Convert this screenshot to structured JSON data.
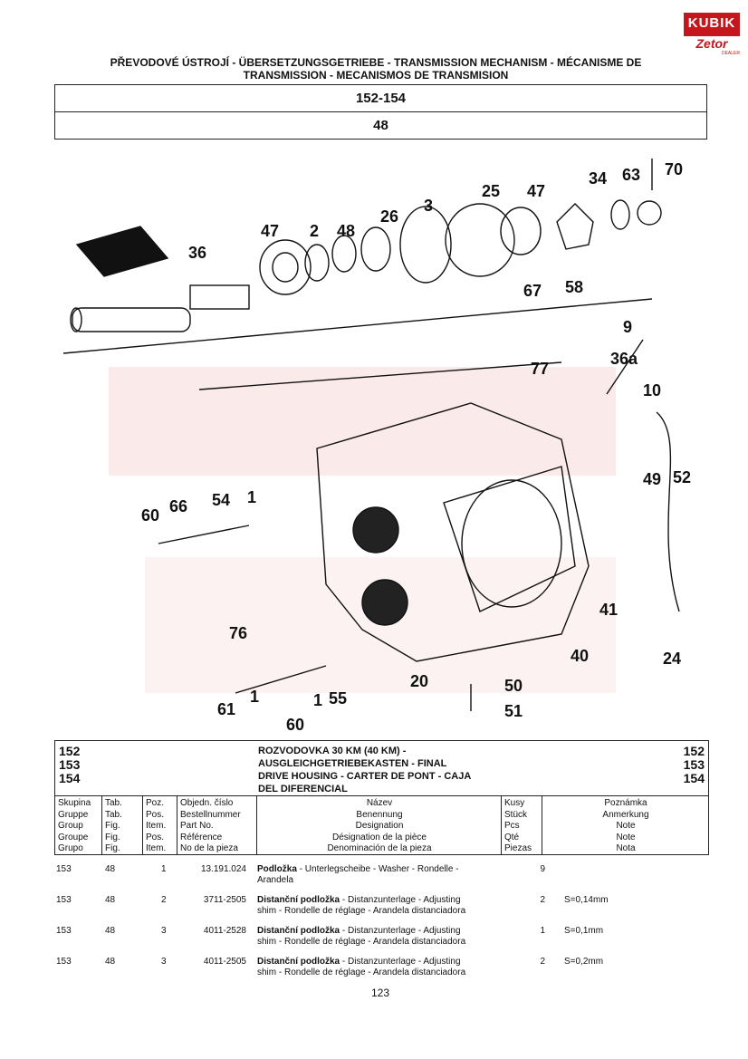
{
  "logo": {
    "top": "KUBIK",
    "bottom": "Zetor",
    "tag": "DEALER"
  },
  "header": {
    "title_line1": "PŘEVODOVÉ ÚSTROJÍ - ÜBERSETZUNGSGETRIEBE - TRANSMISSION MECHANISM - MÉCANISME DE",
    "title_line2": "TRANSMISSION - MECANISMOS DE TRANSMISION",
    "range": "152-154",
    "table_no": "48"
  },
  "callouts": {
    "c36": "36",
    "c47a": "47",
    "c2": "2",
    "c48": "48",
    "c26": "26",
    "c3": "3",
    "c25": "25",
    "c47b": "47",
    "c34": "34",
    "c63": "63",
    "c70": "70",
    "c67": "67",
    "c58": "58",
    "c9": "9",
    "c36a": "36a",
    "c77": "77",
    "c10": "10",
    "c49": "49",
    "c52": "52",
    "c60a": "60",
    "c66": "66",
    "c54": "54",
    "c1a": "1",
    "c76": "76",
    "c41": "41",
    "c40": "40",
    "c24": "24",
    "c20": "20",
    "c50": "50",
    "c51": "51",
    "c55": "55",
    "c61": "61",
    "c1b": "1",
    "c1c": "1",
    "c60b": "60"
  },
  "section": {
    "numbers": [
      "152",
      "153",
      "154"
    ],
    "title_lines": [
      "ROZVODOVKA 30 KM (40 KM) -",
      "AUSGLEICHGETRIEBEKASTEN - FINAL",
      "DRIVE HOUSING - CARTER DE PONT - CAJA",
      "DEL DIFERENCIAL"
    ]
  },
  "columns": {
    "group": [
      "Skupina",
      "Gruppe",
      "Group",
      "Groupe",
      "Grupo"
    ],
    "tab": [
      "Tab.",
      "Tab.",
      "Fig.",
      "Fig.",
      "Fig."
    ],
    "pos": [
      "Poz.",
      "Pos.",
      "Item.",
      "Pos.",
      "Item."
    ],
    "part": [
      "Objedn. číslo",
      "Bestellnummer",
      "Part No.",
      "Référence",
      "No de la pieza"
    ],
    "name": [
      "Název",
      "Benennung",
      "Designation",
      "Désignation de la pièce",
      "Denominación de la pieza"
    ],
    "qty": [
      "Kusy",
      "Stück",
      "Pcs",
      "Qté",
      "Piezas"
    ],
    "note": [
      "Poznámka",
      "Anmerkung",
      "Note",
      "Note",
      "Nota"
    ]
  },
  "rows": [
    {
      "group": "153",
      "tab": "48",
      "pos": "1",
      "part": "13.191.024",
      "name_bold": "Podložka",
      "name_rest": " - Unterlegscheibe - Washer - Rondelle -",
      "name_line2": "Arandela",
      "qty": "9",
      "note": ""
    },
    {
      "group": "153",
      "tab": "48",
      "pos": "2",
      "part": "3711-2505",
      "name_bold": "Distanční podložka",
      "name_rest": " - Distanzunterlage - Adjusting",
      "name_line2": "shim - Rondelle de réglage - Arandela distanciadora",
      "qty": "2",
      "note": "S=0,14mm"
    },
    {
      "group": "153",
      "tab": "48",
      "pos": "3",
      "part": "4011-2528",
      "name_bold": "Distanční podložka",
      "name_rest": " - Distanzunterlage - Adjusting",
      "name_line2": "shim - Rondelle de réglage - Arandela distanciadora",
      "qty": "1",
      "note": "S=0,1mm"
    },
    {
      "group": "153",
      "tab": "48",
      "pos": "3",
      "part": "4011-2505",
      "name_bold": "Distanční podložka",
      "name_rest": " - Distanzunterlage - Adjusting",
      "name_line2": "shim - Rondelle de réglage - Arandela distanciadora",
      "qty": "2",
      "note": "S=0,2mm"
    }
  ],
  "page_number": "123",
  "colors": {
    "brand": "#c4161c",
    "ink": "#111111"
  }
}
